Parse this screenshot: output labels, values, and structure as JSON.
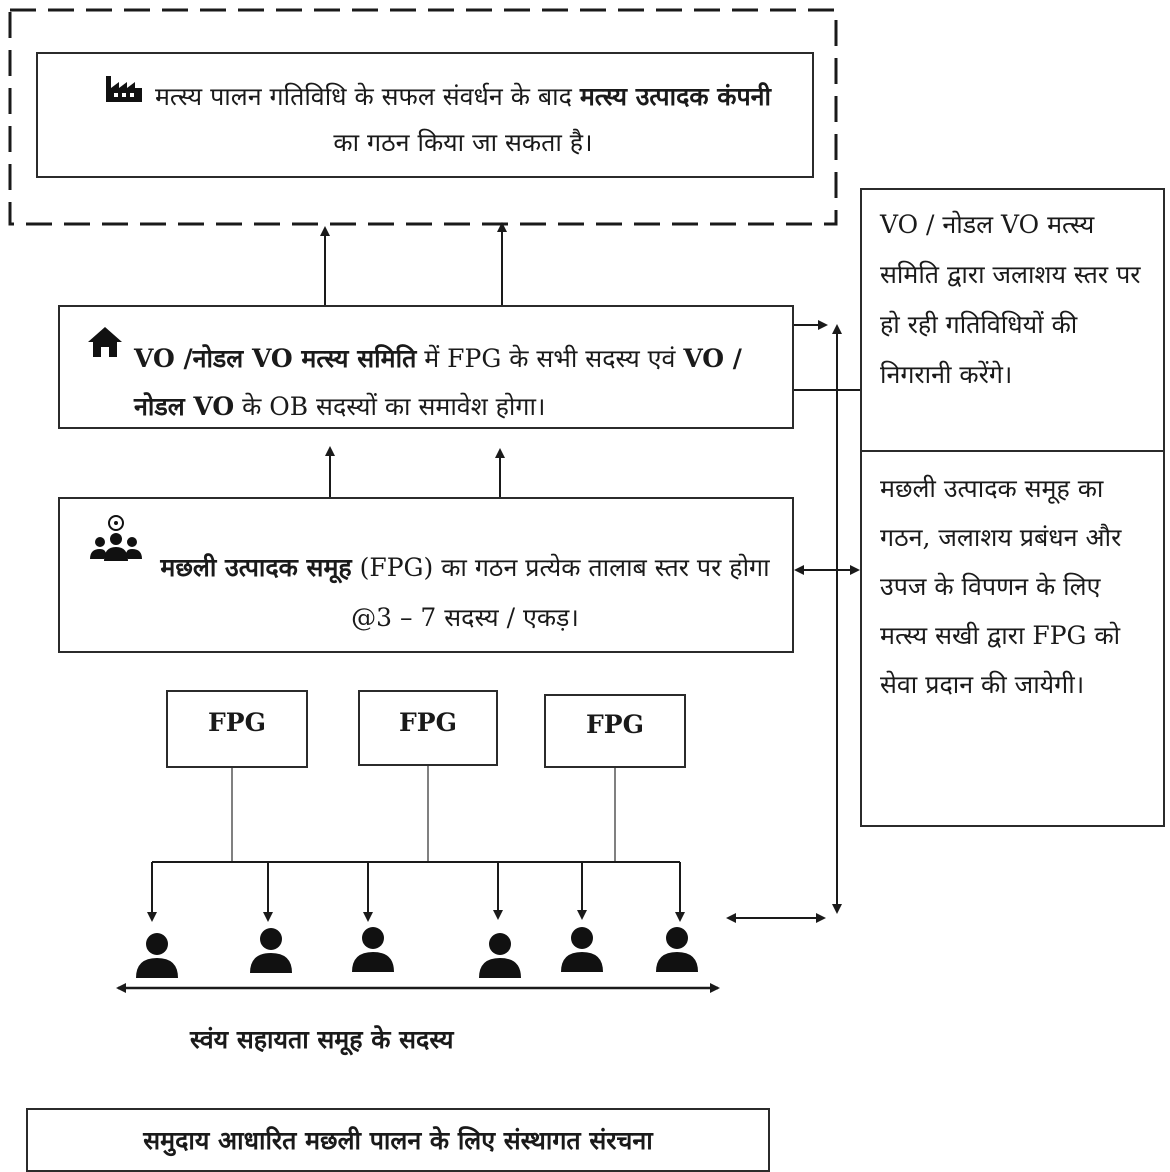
{
  "top_box": {
    "text_before": "मत्स्य पालन गतिविधि के सफल संवर्धन के बाद",
    "text_bold": "मत्स्य उत्पादक कंपनी",
    "text_after": "का गठन किया जा सकता है।",
    "icon": "factory-icon"
  },
  "vo_box": {
    "text_bold": "VO /नोडल VO मत्स्य समिति",
    "text_mid": "में FPG के सभी सदस्य एवं",
    "text_bold2": "VO /नोडल VO",
    "text_after": "के OB सदस्यों का समावेश होगा।",
    "icon": "home-icon"
  },
  "fpg_box": {
    "text_bold": "मछली उत्पादक समूह",
    "text_after": "(FPG) का गठन प्रत्येक तालाब स्तर पर होगा @3 – 7 सदस्य / एकड़।",
    "icon": "group-icon"
  },
  "fpg_labels": [
    "FPG",
    "FPG",
    "FPG"
  ],
  "right_top_text": "VO / नोडल VO मत्स्य समिति द्वारा जलाशय स्तर पर हो रही गतिविधियों की निगरानी करेंगे।",
  "right_bottom_text": "मछली उत्पादक समूह का गठन, जलाशय प्रबंधन और उपज के विपणन के लिए मत्स्य सखी द्वारा FPG को सेवा प्रदान की जायेगी।",
  "members_label": "स्वंय सहायता समूह के सदस्य",
  "caption": "समुदाय आधारित मछली पालन के लिए संस्थागत संरचना",
  "person_icon": "person-icon"
}
